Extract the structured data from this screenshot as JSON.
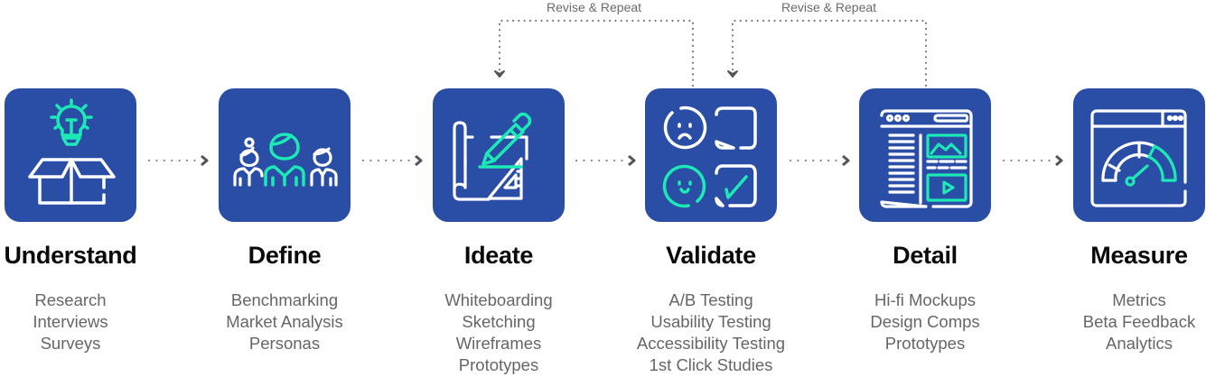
{
  "colors": {
    "box": "#2a4da6",
    "accent": "#1de9b6",
    "icon_line": "#ffffff",
    "connector": "#666666",
    "title": "#0a0a0a",
    "subtext": "#666666"
  },
  "loops": [
    {
      "label": "Revise & Repeat",
      "from_stage": "Validate",
      "to_stage": "Ideate"
    },
    {
      "label": "Revise & Repeat",
      "from_stage": "Detail",
      "to_stage": "Validate"
    }
  ],
  "stages": [
    {
      "title": "Understand",
      "icon": "lightbulb-box-icon",
      "items": [
        "Research",
        "Interviews",
        "Surveys"
      ]
    },
    {
      "title": "Define",
      "icon": "people-group-icon",
      "items": [
        "Benchmarking",
        "Market Analysis",
        "Personas"
      ]
    },
    {
      "title": "Ideate",
      "icon": "blueprint-pencil-icon",
      "items": [
        "Whiteboarding",
        "Sketching",
        "Wireframes",
        "Prototypes"
      ]
    },
    {
      "title": "Validate",
      "icon": "feedback-check-icon",
      "items": [
        "A/B Testing",
        "Usability Testing",
        "Accessibility Testing",
        "1st Click Studies"
      ]
    },
    {
      "title": "Detail",
      "icon": "webpage-mockup-icon",
      "items": [
        "Hi-fi Mockups",
        "Design Comps",
        "Prototypes"
      ]
    },
    {
      "title": "Measure",
      "icon": "dashboard-gauge-icon",
      "items": [
        "Metrics",
        "Beta Feedback",
        "Analytics"
      ]
    }
  ]
}
